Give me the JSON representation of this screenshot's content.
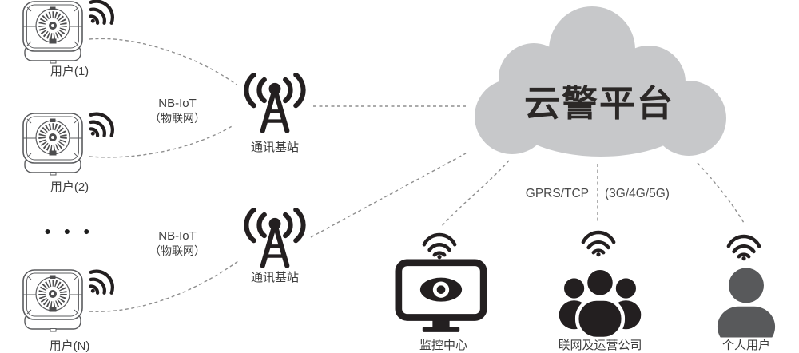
{
  "cloud": {
    "title": "云警平台"
  },
  "users": [
    {
      "label": "用户(1)"
    },
    {
      "label": "用户(2)"
    },
    {
      "label": "用户(N)"
    }
  ],
  "ellipsis": "● ● ●",
  "nb_iot_links": [
    {
      "line1": "NB-IoT",
      "line2": "（物联网）"
    },
    {
      "line1": "NB-IoT",
      "line2": "（物联网）"
    }
  ],
  "base_stations": [
    {
      "label": "通讯基站"
    },
    {
      "label": "通讯基站"
    }
  ],
  "protocol": {
    "left": "GPRS/TCP",
    "right": "(3G/4G/5G)"
  },
  "endpoints": [
    {
      "label": "监控中心",
      "icon": "monitor-eye"
    },
    {
      "label": "联网及运营公司",
      "icon": "people-group"
    },
    {
      "label": "个人用户",
      "icon": "person"
    }
  ],
  "colors": {
    "icon": "#231f20",
    "person": "#58595b",
    "cloud": "#c7c8ca",
    "line": "#8f8f8f",
    "label": "#3d3d3d",
    "title": "#2b2827",
    "outline": "#5a5b5e"
  }
}
